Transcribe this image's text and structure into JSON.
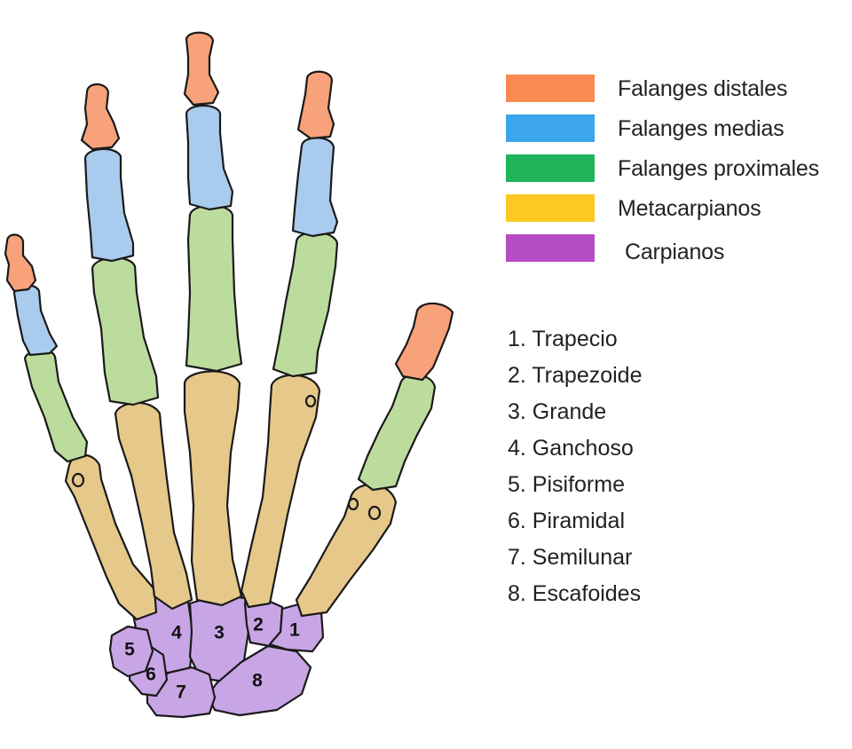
{
  "legend": {
    "items": [
      {
        "label": "Falanges distales",
        "color": "#f98a52"
      },
      {
        "label": "Falanges medias",
        "color": "#3ba6ec"
      },
      {
        "label": "Falanges proximales",
        "color": "#21b45a"
      },
      {
        "label": "Metacarpianos",
        "color": "#fcc923"
      },
      {
        "label": "Carpianos",
        "color": "#b64cc4"
      }
    ]
  },
  "bone_colors": {
    "distal": "#f7a27a",
    "medial": "#a9cbee",
    "proximal": "#bcdc9e",
    "metacarpal": "#e6c88a",
    "carpal": "#c8a6e6"
  },
  "carpals": {
    "numbers": [
      "1",
      "2",
      "3",
      "4",
      "5",
      "6",
      "7",
      "8"
    ],
    "list": [
      "1. Trapecio",
      "2. Trapezoide",
      "3. Grande",
      "4. Ganchoso",
      "5. Pisiforme",
      "6. Piramidal",
      "7. Semilunar",
      "8. Escafoides"
    ]
  }
}
